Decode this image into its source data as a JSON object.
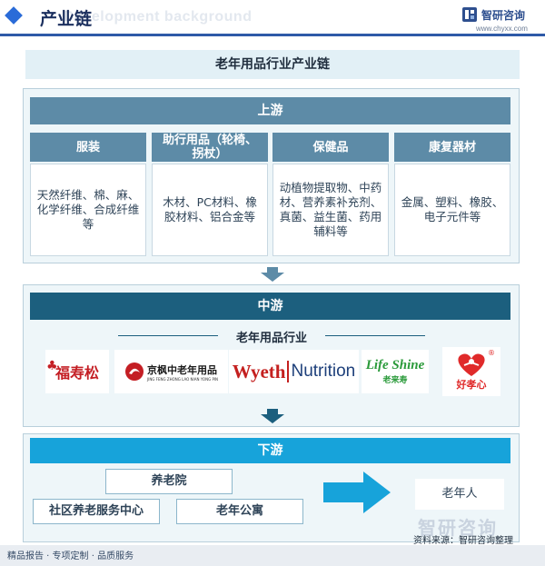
{
  "header": {
    "title": "产业链",
    "ghost_text": "Development background",
    "brand_name": "智研咨询",
    "brand_url": "www.chyxx.com"
  },
  "main_title": "老年用品行业产业链",
  "upstream": {
    "label": "上游",
    "categories": [
      {
        "title": "服装",
        "items": "天然纤维、棉、麻、化学纤维、合成纤维等"
      },
      {
        "title": "助行用品（轮椅、拐杖）",
        "items": "木材、PC材料、橡胶材料、铝合金等"
      },
      {
        "title": "保健品",
        "items": "动植物提取物、中药材、营养素补充剂、真菌、益生菌、药用辅料等"
      },
      {
        "title": "康复器材",
        "items": "金属、塑料、橡胶、电子元件等"
      }
    ]
  },
  "midstream": {
    "label": "中游",
    "subtitle": "老年用品行业",
    "brands": [
      {
        "name": "福寿松"
      },
      {
        "name": "京枫中老年用品",
        "sub": "JING FENG ZHONG LAO NIAN YONG PIN"
      },
      {
        "name": "Wyeth Nutrition",
        "part1": "Wyeth",
        "part2": "Nutrition"
      },
      {
        "name": "Life Shine 老来寿",
        "part1": "Life Shine",
        "part2": "老来寿"
      },
      {
        "name": "好孝心"
      }
    ]
  },
  "downstream": {
    "label": "下游",
    "items": [
      "养老院",
      "社区养老服务中心",
      "老年公寓"
    ],
    "target": "老年人"
  },
  "footer": {
    "left_text": "精品报告 · 专项定制 · 品质服务",
    "source": "资料来源：智研咨询整理",
    "watermark": "智研咨询"
  },
  "colors": {
    "upstream_header": "#5d8ba7",
    "midstream_header": "#1c5f7e",
    "downstream_header": "#17a3da",
    "panel_bg": "#eef6f9"
  }
}
